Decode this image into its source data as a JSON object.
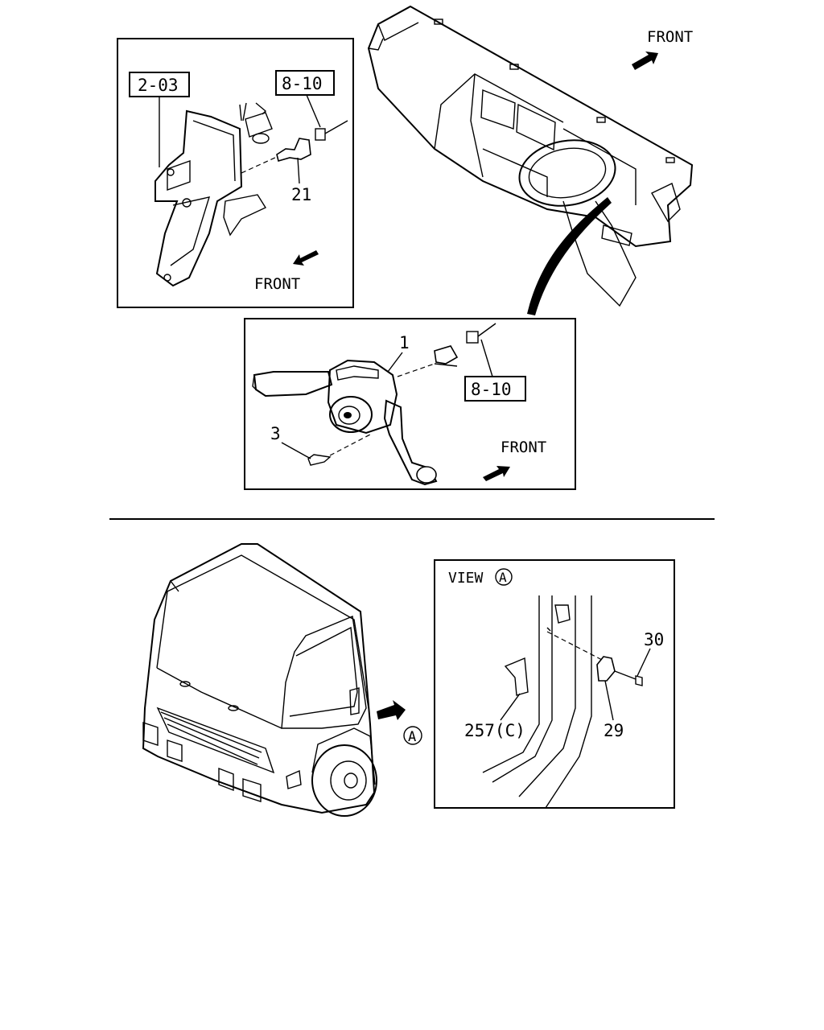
{
  "labels": {
    "front_top_right": "FRONT",
    "front_inset_left": "FRONT",
    "front_inset_center": "FRONT",
    "ref_2_03": "2-03",
    "ref_8_10_left": "8-10",
    "ref_8_10_center": "8-10",
    "part_21": "21",
    "part_1": "1",
    "part_3": "3",
    "view_a": "VIEW",
    "circle_a_view": "A",
    "circle_a_truck": "A",
    "part_30": "30",
    "part_29": "29",
    "part_257c": "257(C)"
  },
  "colors": {
    "ink": "#000000",
    "paper": "#ffffff"
  }
}
